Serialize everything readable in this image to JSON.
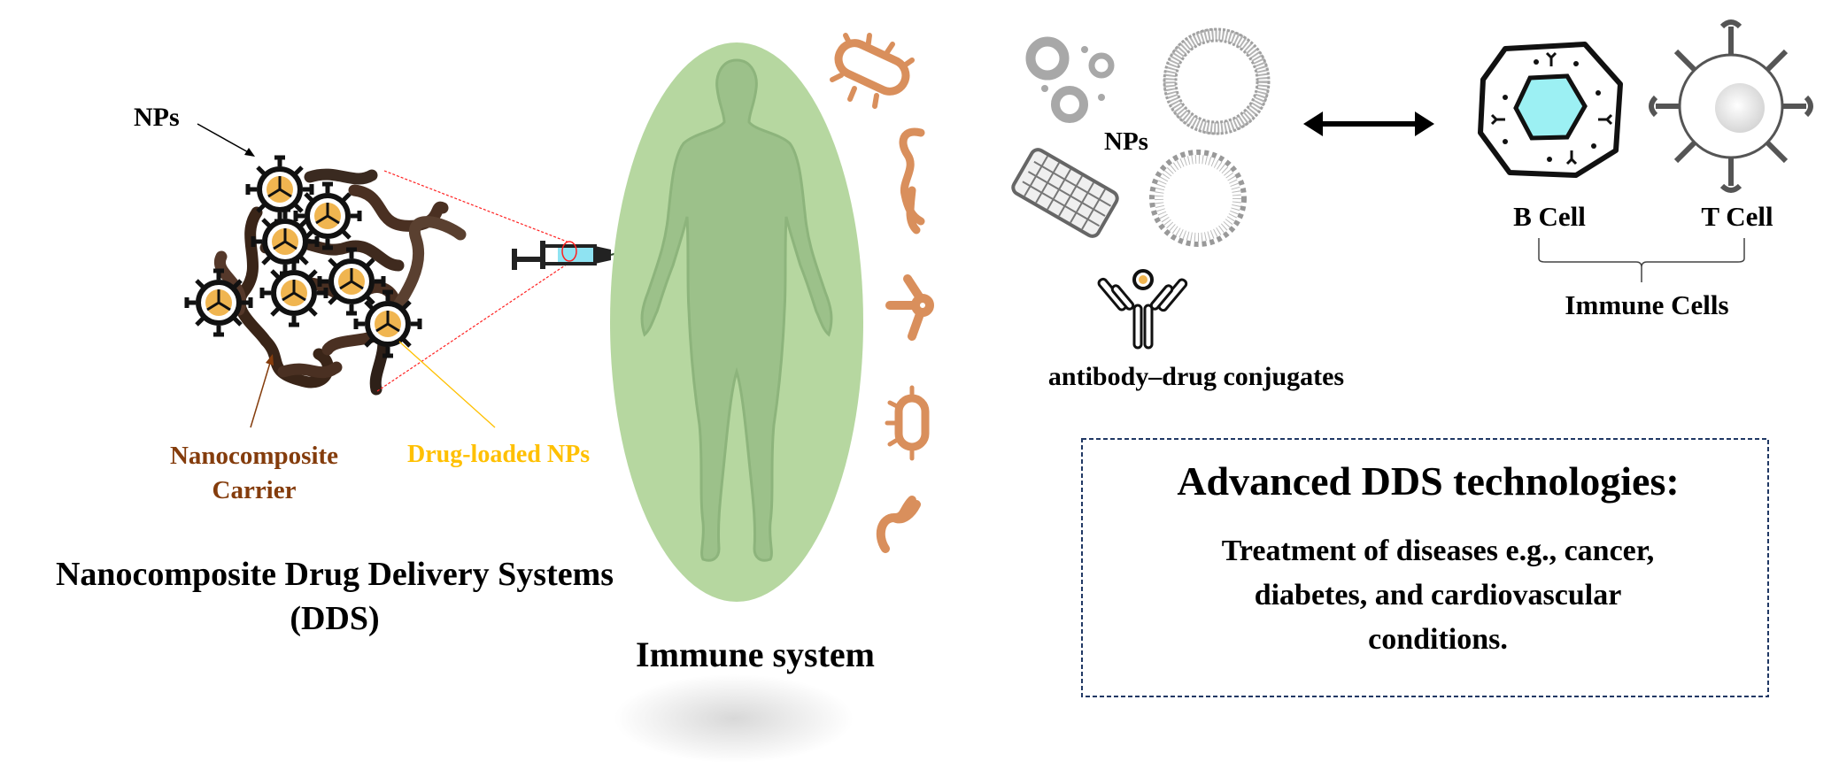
{
  "left": {
    "nps_label": "NPs",
    "carrier_label_line1": "Nanocomposite",
    "carrier_label_line2": "Carrier",
    "drug_loaded_label": "Drug-loaded NPs",
    "title_line1": "Nanocomposite Drug Delivery Systems",
    "title_line2": "(DDS)"
  },
  "center": {
    "immune_system_label": "Immune system"
  },
  "right": {
    "nps_label": "NPs",
    "adc_label": "antibody–drug conjugates",
    "b_cell_label": "B Cell",
    "t_cell_label": "T Cell",
    "immune_cells_label": "Immune Cells"
  },
  "box": {
    "heading": "Advanced DDS technologies:",
    "body_line1": "Treatment of diseases e.g., cancer,",
    "body_line2": "diabetes, and cardiovascular",
    "body_line3": "conditions."
  },
  "colors": {
    "carrier_brown": "#843C0C",
    "drug_yellow": "#FFC000",
    "ellipse_green": "#B6D7A0",
    "microbe_orange": "#D98F5C",
    "box_border": "#203864"
  }
}
